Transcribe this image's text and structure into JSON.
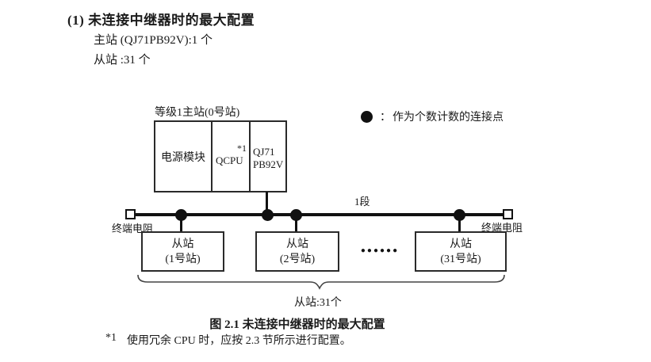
{
  "header": {
    "heading": "(1) 未连接中继器时的最大配置",
    "master_line": "主站 (QJ71PB92V):1 个",
    "slave_line": "从站 :31 个"
  },
  "diagram": {
    "master": {
      "label": "等级1主站(0号站)",
      "power_module": "电源模块",
      "cpu": "QCPU",
      "cpu_note": "*1",
      "pb_line1": "QJ71",
      "pb_line2": "PB92V"
    },
    "legend": {
      "colon": "：",
      "label": "作为个数计数的连接点"
    },
    "bus": {
      "segment_label": "1段",
      "left_terminator_label": "终端电阻",
      "right_terminator_label": "终端电阻"
    },
    "slaves": [
      {
        "line1": "从站",
        "line2": "(1号站)"
      },
      {
        "line1": "从站",
        "line2": "(2号站)"
      },
      {
        "line1": "从站",
        "line2": "(31号站)"
      }
    ],
    "ellipsis": "●●●●●●",
    "brace_label": "从站:31个"
  },
  "caption": "图 2.1 未连接中继器时的最大配置",
  "footnote": {
    "marker": "*1",
    "text": "使用冗余 CPU 时，应按 2.3 节所示进行配置。"
  },
  "colors": {
    "ink": "#1a1a1a",
    "line": "#2a2a2a"
  }
}
